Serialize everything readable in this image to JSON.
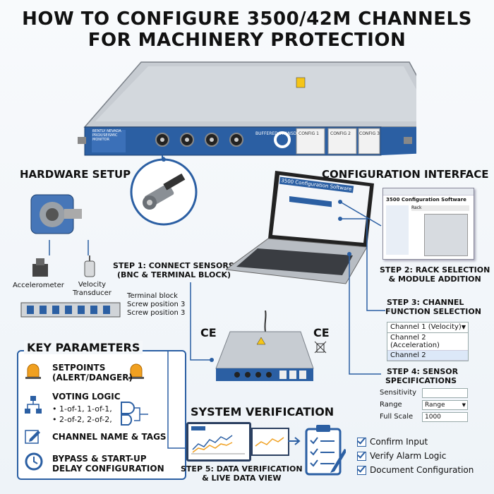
{
  "title": {
    "line1": "HOW TO CONFIGURE 3500/42M CHANNELS",
    "line2": "FOR MACHINERY PROTECTION"
  },
  "sections": {
    "hardware_setup": "HARDWARE SETUP",
    "configuration_interface": "CONFIGURATION INTERFACE",
    "key_parameters": "KEY PARAMETERS",
    "system_verification": "SYSTEM VERIFICATION"
  },
  "module": {
    "panel_labels": [
      "BENTLY NEVADA",
      "PROX/SEISMIC MONITOR"
    ],
    "ports_label": "BUFFERED TRANSDUCER",
    "slot_labels": [
      "CONFIG 1",
      "CONFIG 2",
      "CONFIG 3"
    ]
  },
  "hardware": {
    "accelerometer": "Accelerometer",
    "velocity_transducer_line1": "Velocity",
    "velocity_transducer_line2": "Transducer",
    "terminal_block_lines": [
      "Terminal block",
      "Screw position 3",
      "Screw position 3"
    ],
    "ce_mark": "CE"
  },
  "steps": {
    "step1_line1": "STEP 1: CONNECT SENSORS",
    "step1_line2": "(BNC & TERMINAL BLOCK)",
    "step2_line1": "STEP 2: RACK SELECTION",
    "step2_line2": "& MODULE ADDITION",
    "step3_line1": "STEP 3: CHANNEL",
    "step3_line2": "FUNCTION SELECTION",
    "step4_line1": "STEP 4: SENSOR",
    "step4_line2": "SPECIFICATIONS",
    "step5_line1": "STEP 5: DATA VERIFICATION",
    "step5_line2": "& LIVE DATA VIEW"
  },
  "software": {
    "laptop_title": "3500 Configuration Software",
    "window_title": "3500 Configuration Software",
    "rack_label": "Rack"
  },
  "channel_function": {
    "selected": "Channel 1 (Velocity)",
    "options": [
      "Channel 2 (Acceleration)",
      "Channel 2"
    ]
  },
  "sensor_specs": {
    "sensitivity_label": "Sensitivity",
    "sensitivity_value": "",
    "range_label": "Range",
    "range_value": "Range",
    "full_scale_label": "Full Scale",
    "full_scale_value": "1000"
  },
  "key_parameters": {
    "setpoints_line1": "SETPOINTS",
    "setpoints_line2": "(ALERT/DANGER)",
    "voting_logic": "VOTING LOGIC",
    "voting_bullet1": "• 1-of-1, 1-of-1,",
    "voting_bullet2": "• 2-of-2, 2-of-2,",
    "channel_name_tags": "CHANNEL NAME & TAGS",
    "bypass_line1": "BYPASS & START-UP",
    "bypass_line2": "DELAY CONFIGURATION"
  },
  "verification": {
    "checklist": [
      "Confirm Input",
      "Verify Alarm Logic",
      "Document Configuration"
    ]
  },
  "colors": {
    "module_blue": "#2b5fa3",
    "accent_orange": "#f0a020",
    "alarm_red": "#e04a2a"
  },
  "icons": [
    "bnc-connector-icon",
    "alarm-light-icon",
    "logic-tree-icon",
    "pencil-icon",
    "timer-icon",
    "checklist-icon"
  ]
}
